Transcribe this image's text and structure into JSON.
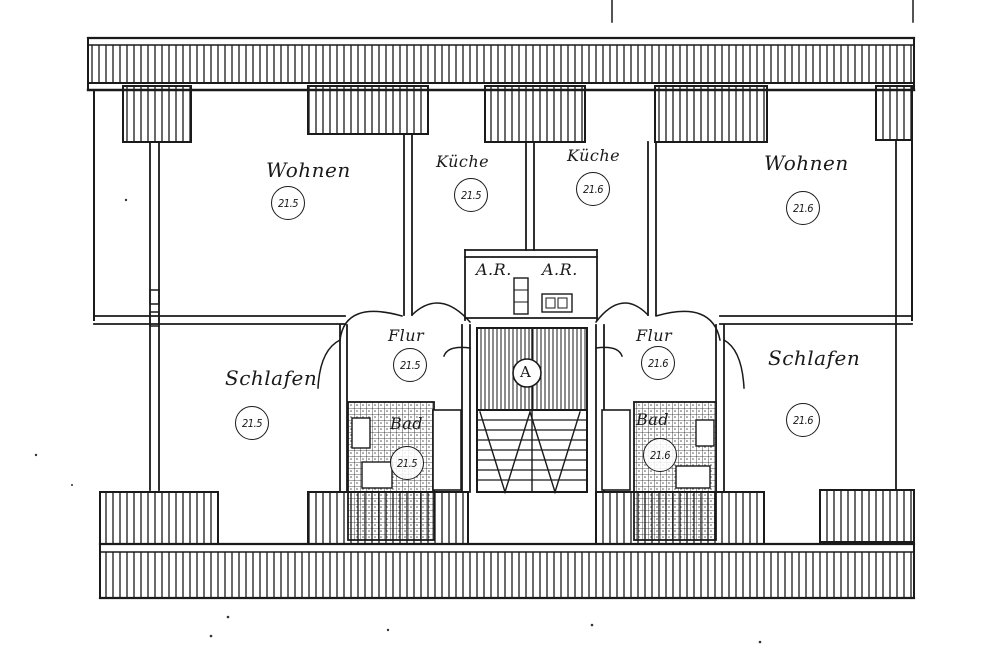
{
  "rooms": {
    "wohnen_left": "Wohnen",
    "kueche_left": "Küche",
    "kueche_right": "Küche",
    "wohnen_right": "Wohnen",
    "ar_left": "A.R.",
    "ar_right": "A.R.",
    "flur_left": "Flur",
    "flur_right": "Flur",
    "schlafen_left": "Schlafen",
    "schlafen_right": "Schlafen",
    "bad_left": "Bad",
    "bad_right": "Bad",
    "stair": "A"
  },
  "unit_tags": {
    "wohnen_left": "21.5",
    "kueche_left": "21.5",
    "kueche_right": "21.6",
    "wohnen_right": "21.6",
    "flur_left": "21.5",
    "flur_right": "21.6",
    "schlafen_left": "21.5",
    "schlafen_right": "21.6",
    "bad_left": "21.5",
    "bad_right": "21.6"
  },
  "colors": {
    "ink": "#1a1a1a",
    "paper": "#ffffff"
  }
}
